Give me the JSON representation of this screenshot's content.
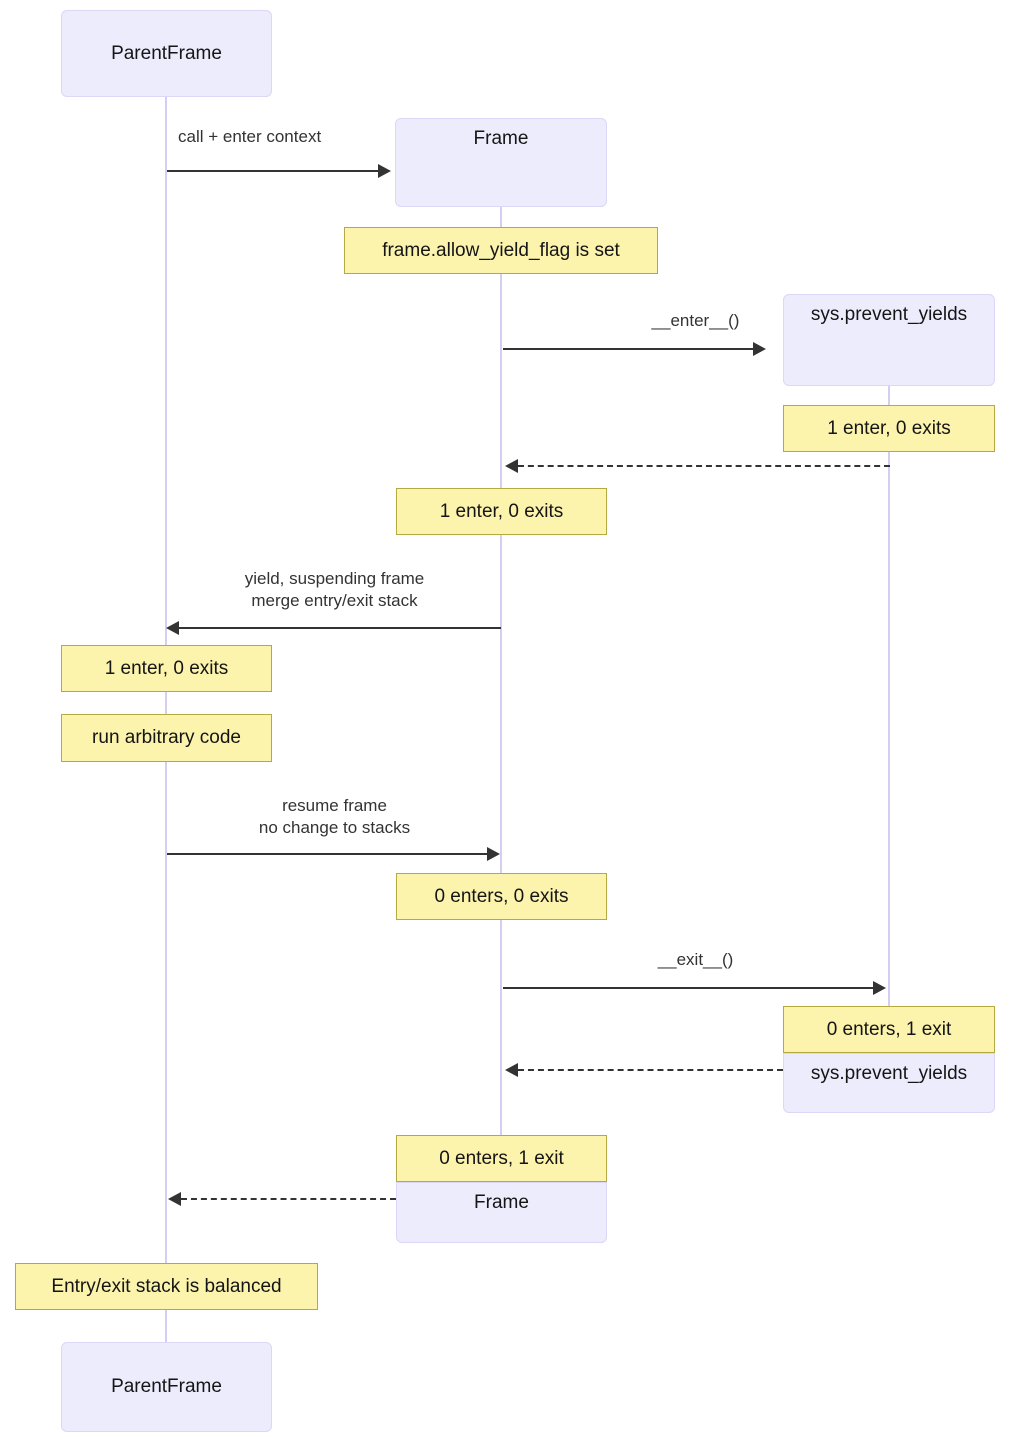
{
  "diagram": {
    "kind": "sequence-diagram",
    "colors": {
      "actor_fill": "#ececfd",
      "actor_border": "#dcd6f7",
      "note_fill": "#fcf3ad",
      "note_border": "#b5a942",
      "lifeline": "#d6cdf0",
      "arrow": "#333333",
      "text": "#151515",
      "background": "#ffffff"
    },
    "participants": [
      {
        "id": "parent",
        "label": "ParentFrame"
      },
      {
        "id": "frame",
        "label": "Frame"
      },
      {
        "id": "sys",
        "label": "sys.prevent_yields"
      }
    ],
    "actors": {
      "parent_top": "ParentFrame",
      "frame_top": "Frame",
      "sys_top": "sys.prevent_yields",
      "sys_bottom": "sys.prevent_yields",
      "frame_bottom": "Frame",
      "parent_bottom": "ParentFrame"
    },
    "messages": {
      "call_enter_context": "call + enter context",
      "enter_call": "__enter__()",
      "yield_suspend_line1": "yield, suspending frame",
      "yield_suspend_line2": "merge entry/exit stack",
      "resume_line1": "resume frame",
      "resume_line2": "no change to stacks",
      "exit_call": "__exit__()"
    },
    "notes": {
      "allow_yield_flag": "frame.allow_yield_flag is set",
      "sys_enter_1": "1 enter, 0 exits",
      "frame_enter_1": "1 enter, 0 exits",
      "parent_enter_1": "1 enter, 0 exits",
      "run_arbitrary_code": "run arbitrary code",
      "frame_zero_zero": "0 enters, 0 exits",
      "sys_zero_one": "0 enters, 1 exit",
      "frame_zero_one": "0 enters, 1 exit",
      "balanced": "Entry/exit stack is balanced"
    }
  }
}
